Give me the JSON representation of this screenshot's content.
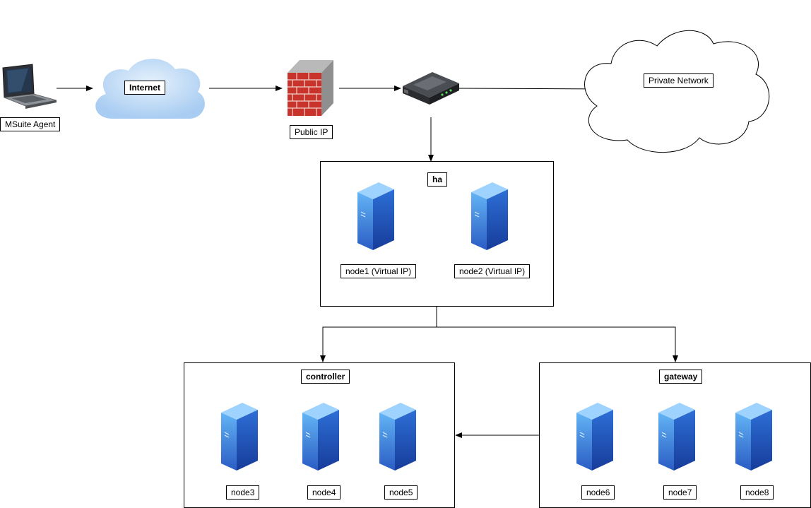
{
  "endpoints": {
    "agent": "MSuite Agent",
    "internet": "Internet",
    "firewall": "Public IP",
    "private_network": "Private Network"
  },
  "groups": {
    "ha": {
      "title": "ha",
      "nodes": [
        "node1 (Virtual IP)",
        "node2 (Virtual IP)"
      ]
    },
    "controller": {
      "title": "controller",
      "nodes": [
        "node3",
        "node4",
        "node5"
      ]
    },
    "gateway": {
      "title": "gateway",
      "nodes": [
        "node6",
        "node7",
        "node8"
      ]
    }
  },
  "icons": {
    "agent": "laptop-icon",
    "internet": "cloud-icon",
    "firewall": "firewall-icon",
    "router": "router-icon",
    "private_network": "cloud-outline-icon",
    "node": "server-icon"
  },
  "colors": {
    "cloud_fill": "#bcd9f5",
    "server_light": "#5aaaf0",
    "server_dark": "#1f4fb8",
    "brick": "#c8332b",
    "line": "#000000"
  }
}
